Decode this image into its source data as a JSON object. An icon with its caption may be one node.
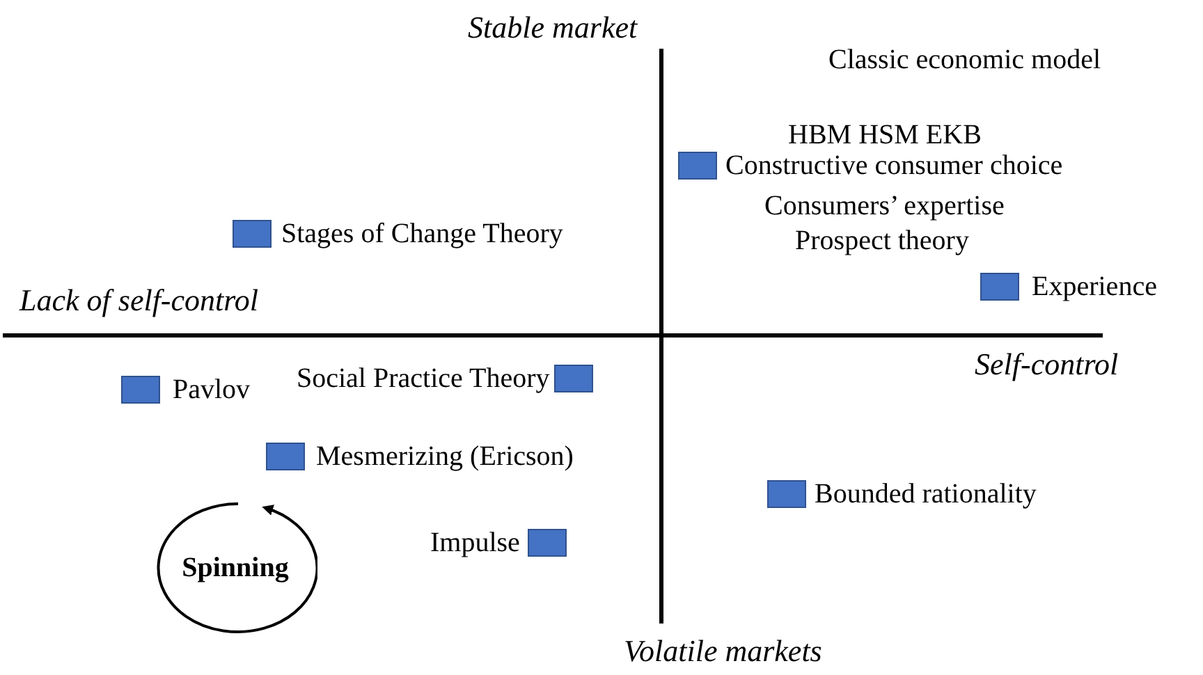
{
  "diagram": {
    "nodes": [
      {
        "text": [
          "Constructive consumer choice"
        ]
      },
      {
        "text": [
          "Stages of Change Theory"
        ]
      },
      {
        "text": [
          "Experience"
        ]
      },
      {
        "text": [
          "Pavlov"
        ]
      },
      {
        "text": [
          "Social Practice Theory"
        ]
      },
      {
        "text": [
          "Mesmerizing (Ericson)"
        ]
      },
      {
        "text": [
          "Bounded rationality"
        ]
      },
      {
        "text": [
          "Impulse"
        ]
      },
      {
        "text": [
          "Spinning"
        ]
      }
    ],
    "labels": [
      "Stable market",
      "Classic economic model",
      "HBM HSM EKB",
      "Consumers’ expertise",
      "Prospect theory",
      "Lack of self-control",
      "Self-control",
      "Volatile markets"
    ]
  }
}
